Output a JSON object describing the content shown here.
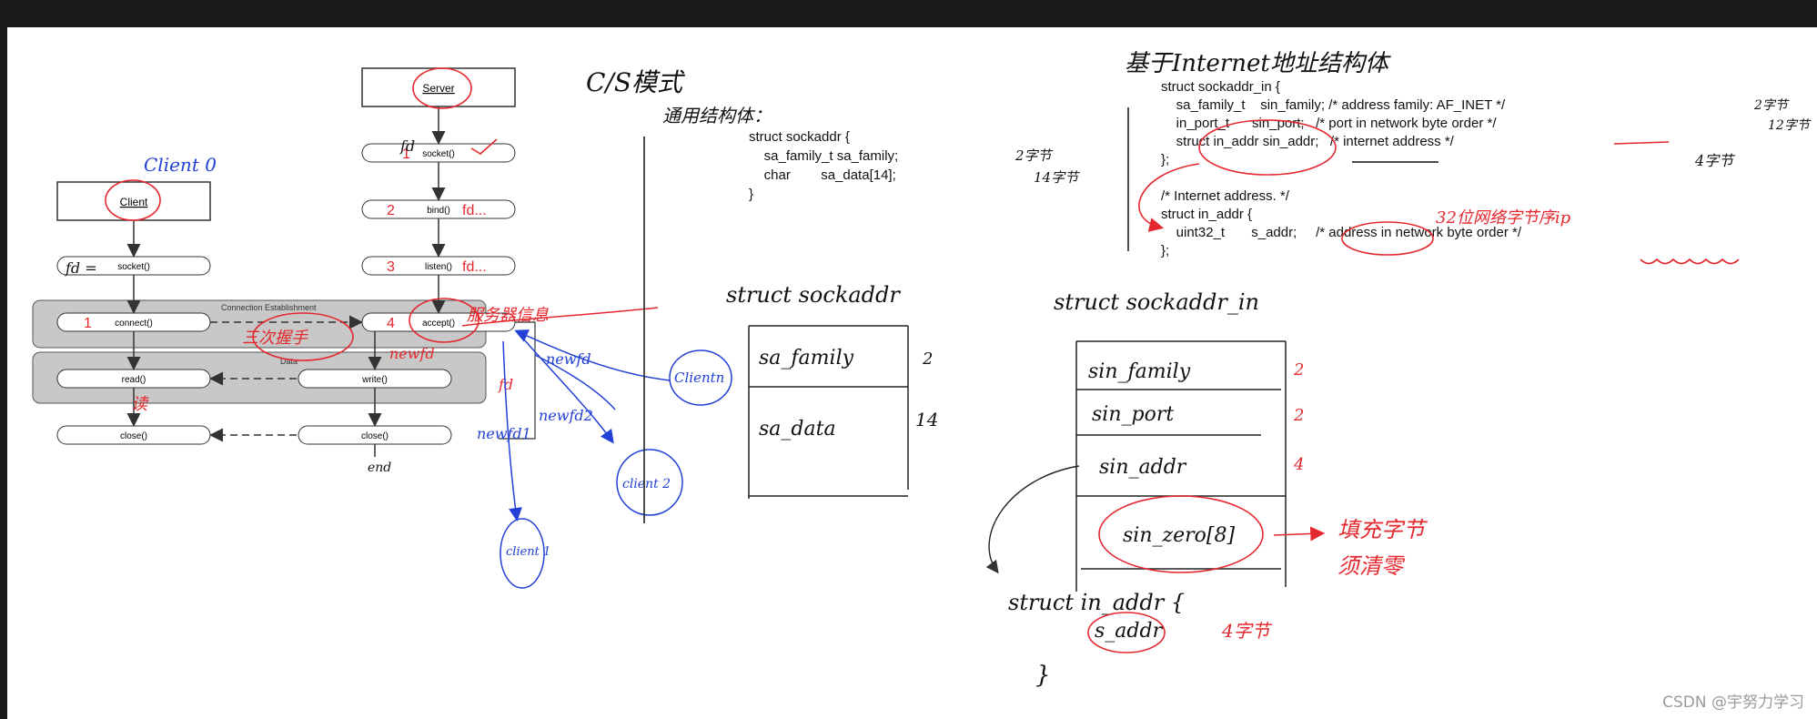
{
  "flow": {
    "server_label": "Server",
    "client_label": "Client",
    "server_steps": [
      "socket()",
      "bind()",
      "listen()",
      "accept()",
      "write()",
      "close()"
    ],
    "client_steps": [
      "socket()",
      "connect()",
      "read()",
      "close()"
    ],
    "band_connection": "Connection Establishment",
    "band_data": "Data"
  },
  "code_sockaddr": [
    "struct sockaddr {",
    "    sa_family_t sa_family;",
    "    char        sa_data[14];",
    "}"
  ],
  "code_sockaddr_in": [
    "struct sockaddr_in {",
    "    sa_family_t    sin_family; /* address family: AF_INET */",
    "    in_port_t      sin_port;   /* port in network byte order */",
    "    struct in_addr sin_addr;   /* internet address */",
    "};",
    "",
    "/* Internet address. */",
    "struct in_addr {",
    "    uint32_t       s_addr;     /* address in network byte order */",
    "};"
  ],
  "notes": {
    "title_cs": "C/S模式",
    "title_generic": "通用结构体：",
    "title_internet": "基于Internet地址结构体",
    "client0": "Client 0",
    "fd_eq": "fd =",
    "fd": "fd",
    "newfd": "newfd",
    "newfd1": "newfd1",
    "newfd2": "newfd2",
    "three_way": "三次握手",
    "server_info": "服务器信息",
    "read": "读",
    "end": "end",
    "clientn": "Clientn",
    "client2": "client 2",
    "client1": "client 1",
    "bytes2": "2字节",
    "bytes14": "14字节",
    "bytes12": "12字节",
    "bytes4": "4字节",
    "port_bytes": "2字节",
    "ip32": "32位网络字节序ip",
    "struct_sockaddr": "struct sockaddr",
    "struct_sockaddr_in": "struct sockaddr_in",
    "struct_in_addr": "struct in_addr {",
    "s_addr": "s_addr",
    "close_brace": "}",
    "padding_1": "填充字节",
    "padding_2": "须清零",
    "watermark": "CSDN @宇努力学习"
  },
  "table_sockaddr": {
    "fields": [
      "sa_family",
      "sa_data"
    ],
    "sizes": [
      "2",
      "14"
    ]
  },
  "table_sockaddr_in": {
    "fields": [
      "sin_family",
      "sin_port",
      "sin_addr",
      "sin_zero[8]"
    ],
    "sizes": [
      "2",
      "2",
      "4"
    ]
  },
  "colors": {
    "ink": "#111111",
    "red": "#e5282e",
    "blue": "#2340d6",
    "box_gray": "#c8c8c8"
  }
}
